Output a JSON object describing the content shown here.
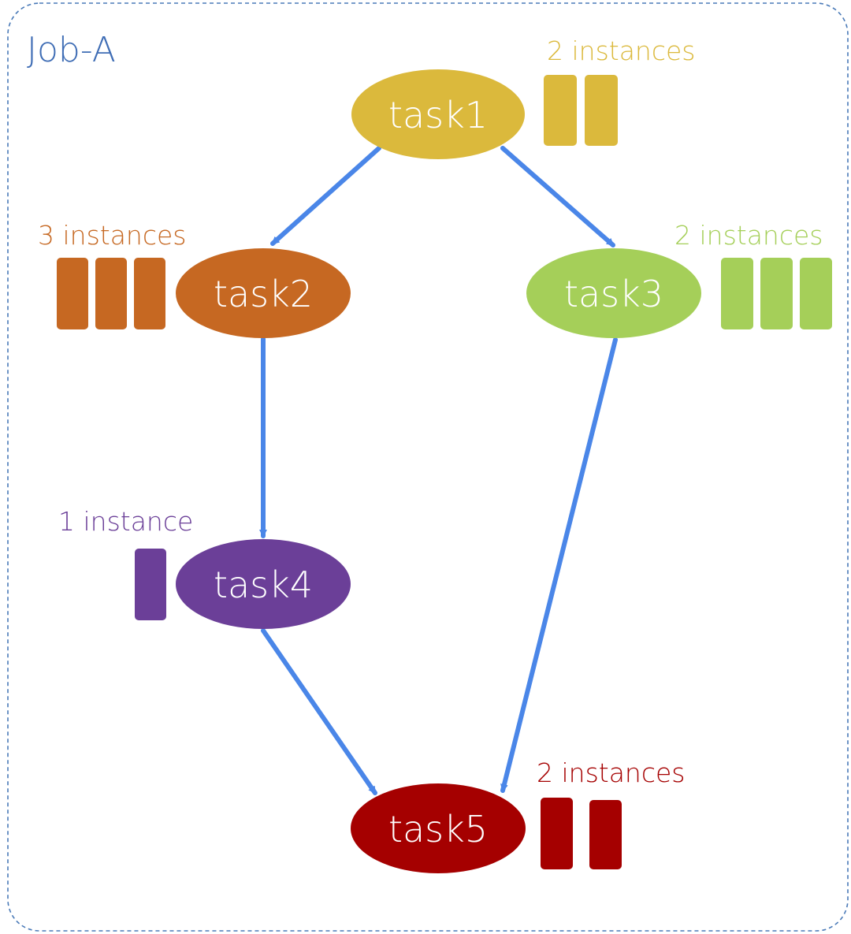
{
  "job": {
    "title": "Job-A",
    "border_color": "#4a7ab8",
    "title_color": "#3f6db5"
  },
  "edge_color": "#4a86e8",
  "tasks": [
    {
      "id": "task1",
      "label": "task1",
      "instances_label": "2 instances",
      "instances": 2,
      "color": "#dbb93c"
    },
    {
      "id": "task2",
      "label": "task2",
      "instances_label": "3 instances",
      "instances": 3,
      "color": "#c66822"
    },
    {
      "id": "task3",
      "label": "task3",
      "instances_label": "2 instances",
      "instances": 3,
      "color": "#a5cf59"
    },
    {
      "id": "task4",
      "label": "task4",
      "instances_label": "1 instance",
      "instances": 1,
      "color": "#6b3f98"
    },
    {
      "id": "task5",
      "label": "task5",
      "instances_label": "2 instances",
      "instances": 2,
      "color": "#a50000"
    }
  ],
  "edges": [
    {
      "from": "task1",
      "to": "task2"
    },
    {
      "from": "task1",
      "to": "task3"
    },
    {
      "from": "task2",
      "to": "task4"
    },
    {
      "from": "task3",
      "to": "task5"
    },
    {
      "from": "task4",
      "to": "task5"
    }
  ]
}
